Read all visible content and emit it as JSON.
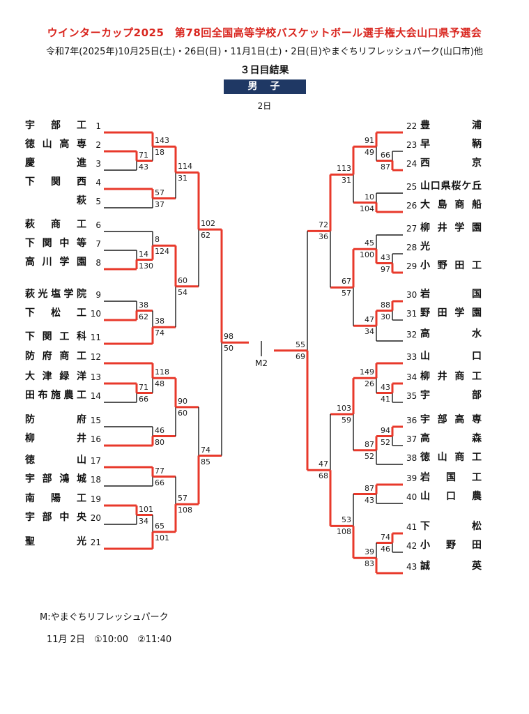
{
  "header": {
    "title": "ウインターカップ2025　第78回全国高等学校バスケットボール選手権大会山口県予選会",
    "subtitle": "令和7年(2025年)10月25日(土)・26日(日)・11月1日(土)・2日(日)やまぐちリフレッシュパーク(山口市)他",
    "result_label": "３日目結果",
    "division_banner": "男　子",
    "day_label": "2日"
  },
  "colors": {
    "line_black": "#1c1c1c",
    "line_red": "#e8392b",
    "title_red": "#d9261f",
    "banner_navy": "#1f3864"
  },
  "bracket": {
    "center_label": "M2",
    "teams": {
      "left": [
        {
          "seed": 1,
          "name": "宇部工"
        },
        {
          "seed": 2,
          "name": "徳山高専"
        },
        {
          "seed": 3,
          "name": "慶進"
        },
        {
          "seed": 4,
          "name": "下関西"
        },
        {
          "seed": 5,
          "name": "萩"
        },
        {
          "seed": 6,
          "name": "萩商工"
        },
        {
          "seed": 7,
          "name": "下関中等"
        },
        {
          "seed": 8,
          "name": "高川学園"
        },
        {
          "seed": 9,
          "name": "萩光塩学院"
        },
        {
          "seed": 10,
          "name": "下松工"
        },
        {
          "seed": 11,
          "name": "下関工科"
        },
        {
          "seed": 12,
          "name": "防府商工"
        },
        {
          "seed": 13,
          "name": "大津緑洋"
        },
        {
          "seed": 14,
          "name": "田布施農工"
        },
        {
          "seed": 15,
          "name": "防府"
        },
        {
          "seed": 16,
          "name": "柳井"
        },
        {
          "seed": 17,
          "name": "徳山"
        },
        {
          "seed": 18,
          "name": "宇部鴻城"
        },
        {
          "seed": 19,
          "name": "南陽工"
        },
        {
          "seed": 20,
          "name": "宇部中央"
        },
        {
          "seed": 21,
          "name": "聖光"
        }
      ],
      "right": [
        {
          "seed": 22,
          "name": "豊浦"
        },
        {
          "seed": 23,
          "name": "早鞆"
        },
        {
          "seed": 24,
          "name": "西京"
        },
        {
          "seed": 25,
          "name": "山口県桜ケ丘"
        },
        {
          "seed": 26,
          "name": "大島商船"
        },
        {
          "seed": 27,
          "name": "柳井学園"
        },
        {
          "seed": 28,
          "name": "光"
        },
        {
          "seed": 29,
          "name": "小野田工"
        },
        {
          "seed": 30,
          "name": "岩国"
        },
        {
          "seed": 31,
          "name": "野田学園"
        },
        {
          "seed": 32,
          "name": "高水"
        },
        {
          "seed": 33,
          "name": "山口"
        },
        {
          "seed": 34,
          "name": "柳井商工"
        },
        {
          "seed": 35,
          "name": "宇部"
        },
        {
          "seed": 36,
          "name": "宇部高専"
        },
        {
          "seed": 37,
          "name": "高森"
        },
        {
          "seed": 38,
          "name": "徳山商工"
        },
        {
          "seed": 39,
          "name": "岩国工"
        },
        {
          "seed": 40,
          "name": "山口農"
        },
        {
          "seed": 41,
          "name": "下松"
        },
        {
          "seed": 42,
          "name": "小野田"
        },
        {
          "seed": 43,
          "name": "誠英"
        }
      ]
    },
    "matches": {
      "left": [
        {
          "col": 1,
          "top": "T2",
          "bot": "T3",
          "st": "71",
          "sb": "43",
          "w": "top"
        },
        {
          "col": 2,
          "top": "T1",
          "bot": "M0",
          "st": "143",
          "sb": "18",
          "w": "top"
        },
        {
          "col": 2,
          "top": "T4",
          "bot": "T5",
          "st": "57",
          "sb": "37",
          "w": "top"
        },
        {
          "col": 3,
          "top": "M1",
          "bot": "M2",
          "st": "114",
          "sb": "31",
          "w": "top"
        },
        {
          "col": 1,
          "top": "T7",
          "bot": "T8",
          "st": "14",
          "sb": "130",
          "w": "bottom"
        },
        {
          "col": 2,
          "top": "T6",
          "bot": "M4",
          "st": "8",
          "sb": "124",
          "w": "bottom"
        },
        {
          "col": 1,
          "top": "T9",
          "bot": "T10",
          "st": "38",
          "sb": "62",
          "w": "bottom"
        },
        {
          "col": 2,
          "top": "M6",
          "bot": "T11",
          "st": "38",
          "sb": "74",
          "w": "bottom"
        },
        {
          "col": 3,
          "top": "M5",
          "bot": "M7",
          "st": "60",
          "sb": "54",
          "w": "top"
        },
        {
          "col": 4,
          "top": "M3",
          "bot": "M8",
          "st": "102",
          "sb": "62",
          "w": "top"
        },
        {
          "col": 1,
          "top": "T13",
          "bot": "T14",
          "st": "71",
          "sb": "66",
          "w": "top"
        },
        {
          "col": 2,
          "top": "T12",
          "bot": "M10",
          "st": "118",
          "sb": "48",
          "w": "top"
        },
        {
          "col": 2,
          "top": "T15",
          "bot": "T16",
          "st": "46",
          "sb": "80",
          "w": "bottom"
        },
        {
          "col": 3,
          "top": "M11",
          "bot": "M12",
          "st": "90",
          "sb": "60",
          "w": "top"
        },
        {
          "col": 2,
          "top": "T17",
          "bot": "T18",
          "st": "77",
          "sb": "66",
          "w": "top"
        },
        {
          "col": 1,
          "top": "T19",
          "bot": "T20",
          "st": "101",
          "sb": "34",
          "w": "top"
        },
        {
          "col": 2,
          "top": "M15",
          "bot": "T21",
          "st": "65",
          "sb": "101",
          "w": "bottom"
        },
        {
          "col": 3,
          "top": "M14",
          "bot": "M16",
          "st": "57",
          "sb": "108",
          "w": "bottom"
        },
        {
          "col": 4,
          "top": "M13",
          "bot": "M17",
          "st": "74",
          "sb": "85",
          "w": "bottom"
        },
        {
          "col": 5,
          "top": "M9",
          "bot": "M18",
          "st": "98",
          "sb": "50",
          "w": "top"
        }
      ],
      "right": [
        {
          "col": 1,
          "top": "T23",
          "bot": "T24",
          "st": "66",
          "sb": "87",
          "w": "bottom"
        },
        {
          "col": 2,
          "top": "T22",
          "bot": "M0",
          "st": "91",
          "sb": "49",
          "w": "top"
        },
        {
          "col": 2,
          "top": "T25",
          "bot": "T26",
          "st": "10",
          "sb": "104",
          "w": "bottom"
        },
        {
          "col": 3,
          "top": "M1",
          "bot": "M2",
          "st": "113",
          "sb": "31",
          "w": "top"
        },
        {
          "col": 1,
          "top": "T28",
          "bot": "T29",
          "st": "43",
          "sb": "97",
          "w": "bottom"
        },
        {
          "col": 2,
          "top": "T27",
          "bot": "M4",
          "st": "45",
          "sb": "100",
          "w": "bottom"
        },
        {
          "col": 1,
          "top": "T30",
          "bot": "T31",
          "st": "88",
          "sb": "30",
          "w": "top"
        },
        {
          "col": 2,
          "top": "M6",
          "bot": "T32",
          "st": "47",
          "sb": "34",
          "w": "top"
        },
        {
          "col": 3,
          "top": "M5",
          "bot": "M7",
          "st": "67",
          "sb": "57",
          "w": "top"
        },
        {
          "col": 4,
          "top": "M3",
          "bot": "M8",
          "st": "72",
          "sb": "36",
          "w": "top"
        },
        {
          "col": 1,
          "top": "T34",
          "bot": "T35",
          "st": "43",
          "sb": "41",
          "w": "top"
        },
        {
          "col": 2,
          "top": "T33",
          "bot": "M10",
          "st": "149",
          "sb": "26",
          "w": "top"
        },
        {
          "col": 1,
          "top": "T36",
          "bot": "T37",
          "st": "94",
          "sb": "52",
          "w": "top"
        },
        {
          "col": 2,
          "top": "M12",
          "bot": "T38",
          "st": "87",
          "sb": "52",
          "w": "top"
        },
        {
          "col": 3,
          "top": "M11",
          "bot": "M13",
          "st": "103",
          "sb": "59",
          "w": "top"
        },
        {
          "col": 2,
          "top": "T39",
          "bot": "T40",
          "st": "87",
          "sb": "43",
          "w": "top"
        },
        {
          "col": 1,
          "top": "T41",
          "bot": "T42",
          "st": "74",
          "sb": "46",
          "w": "top"
        },
        {
          "col": 2,
          "top": "M16",
          "bot": "T43",
          "st": "39",
          "sb": "83",
          "w": "bottom"
        },
        {
          "col": 3,
          "top": "M15",
          "bot": "M17",
          "st": "53",
          "sb": "108",
          "w": "bottom"
        },
        {
          "col": 4,
          "top": "M14",
          "bot": "M18",
          "st": "47",
          "sb": "68",
          "w": "bottom"
        },
        {
          "col": 5,
          "top": "M9",
          "bot": "M19",
          "st": "55",
          "sb": "69",
          "w": "bottom"
        }
      ]
    }
  },
  "footer": {
    "venue_note": "M:やまぐちリフレッシュパーク",
    "schedule": "11月 2日　①10:00　②11:40"
  }
}
